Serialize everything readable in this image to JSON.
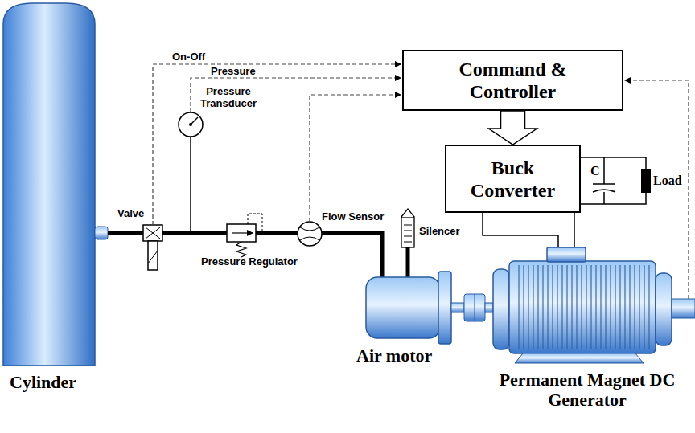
{
  "diagram": {
    "nodes": [
      {
        "text": [
          "Command & Controller"
        ]
      },
      {
        "text": [
          "Buck Converter"
        ]
      }
    ],
    "edges": [
      {
        "from": 0,
        "to": 1,
        "arrow": "to"
      }
    ],
    "labels": [
      "On-Off",
      "Pressure",
      "Pressure Transducer",
      "Valve",
      "Pressure Regulator",
      "Flow Sensor",
      "Silencer",
      "C",
      "Load",
      "Cylinder",
      "Air motor",
      "Permanent Magnet DC Generator"
    ]
  }
}
